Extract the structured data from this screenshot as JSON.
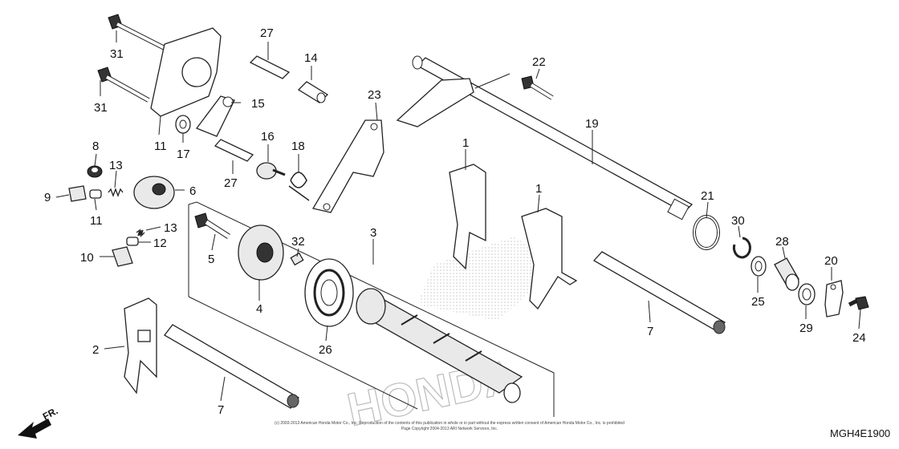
{
  "diagram": {
    "code": "MGH4E1900",
    "direction_label": "FR.",
    "copyright_line1": "(c) 2003-2013 American Honda Motor Co., Inc. Reproduction of the contents of this publication in whole or in part without the express written consent of American Honda Motor Co., Inc. is prohibited",
    "copyright_line2": "Page Copyright 2004-2013 ARI Network Services, Inc.",
    "watermark": "HONDA"
  },
  "callouts": [
    {
      "id": "c1a",
      "text": "1"
    },
    {
      "id": "c1b",
      "text": "1"
    },
    {
      "id": "c2",
      "text": "2"
    },
    {
      "id": "c3",
      "text": "3"
    },
    {
      "id": "c4",
      "text": "4"
    },
    {
      "id": "c5",
      "text": "5"
    },
    {
      "id": "c6",
      "text": "6"
    },
    {
      "id": "c7a",
      "text": "7"
    },
    {
      "id": "c7b",
      "text": "7"
    },
    {
      "id": "c8",
      "text": "8"
    },
    {
      "id": "c9",
      "text": "9"
    },
    {
      "id": "c10",
      "text": "10"
    },
    {
      "id": "c11a",
      "text": "11"
    },
    {
      "id": "c11b",
      "text": "11"
    },
    {
      "id": "c12",
      "text": "12"
    },
    {
      "id": "c13a",
      "text": "13"
    },
    {
      "id": "c13b",
      "text": "13"
    },
    {
      "id": "c14",
      "text": "14"
    },
    {
      "id": "c15",
      "text": "15"
    },
    {
      "id": "c16",
      "text": "16"
    },
    {
      "id": "c17",
      "text": "17"
    },
    {
      "id": "c18",
      "text": "18"
    },
    {
      "id": "c19",
      "text": "19"
    },
    {
      "id": "c20",
      "text": "20"
    },
    {
      "id": "c21",
      "text": "21"
    },
    {
      "id": "c22",
      "text": "22"
    },
    {
      "id": "c23",
      "text": "23"
    },
    {
      "id": "c24",
      "text": "24"
    },
    {
      "id": "c25",
      "text": "25"
    },
    {
      "id": "c26",
      "text": "26"
    },
    {
      "id": "c27a",
      "text": "27"
    },
    {
      "id": "c27b",
      "text": "27"
    },
    {
      "id": "c28",
      "text": "28"
    },
    {
      "id": "c29",
      "text": "29"
    },
    {
      "id": "c30",
      "text": "30"
    },
    {
      "id": "c31a",
      "text": "31"
    },
    {
      "id": "c31b",
      "text": "31"
    },
    {
      "id": "c32",
      "text": "32"
    }
  ]
}
